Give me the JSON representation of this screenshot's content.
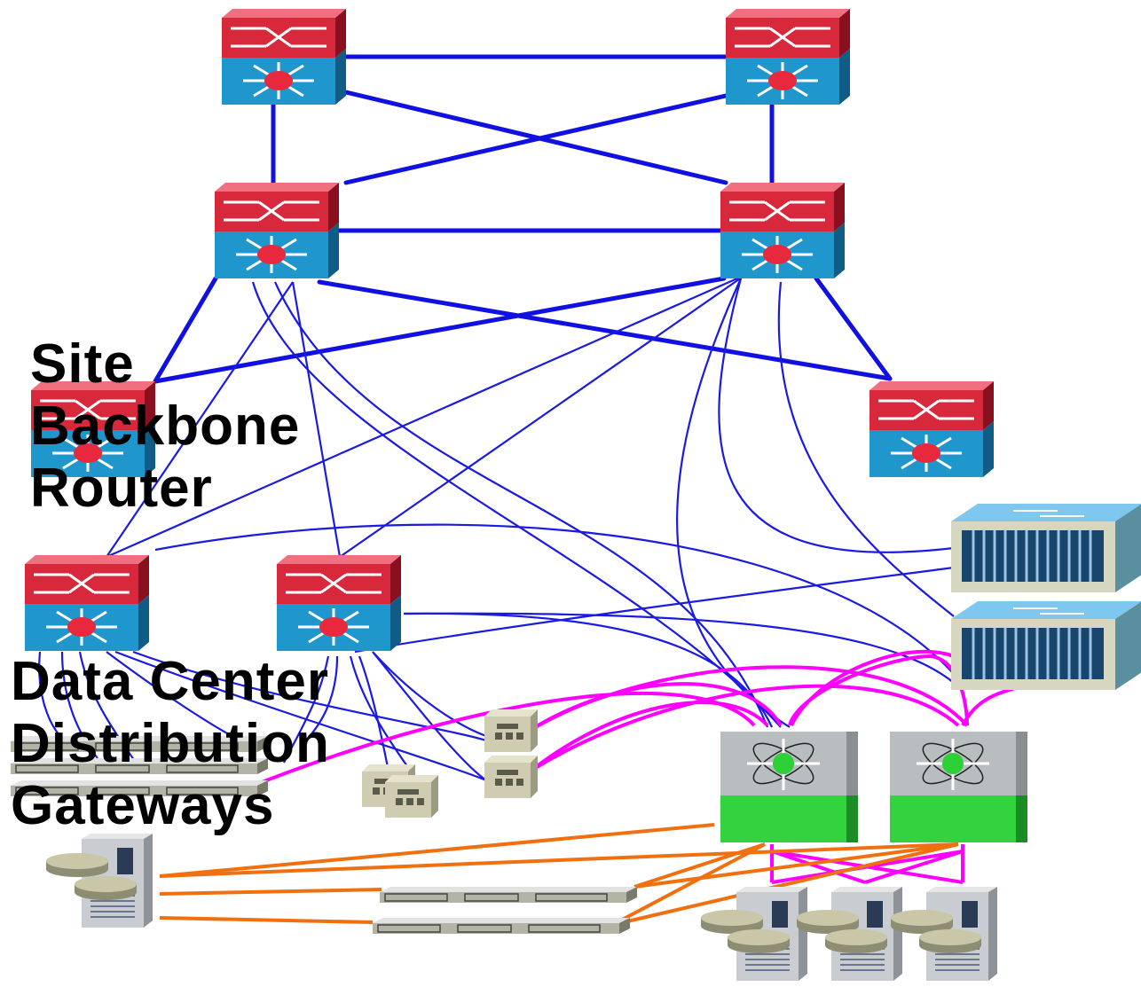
{
  "labels": {
    "site_backbone_router": [
      "Site",
      "Backbone",
      "Router"
    ],
    "data_center_distribution_gateways": [
      "Data Center",
      "Distribution",
      "Gateways"
    ]
  },
  "colors": {
    "link_blue": "#1010e0",
    "link_magenta": "#ff00ff",
    "link_orange": "#f07010",
    "router_red": "#d8283c",
    "router_blue": "#1f96cc",
    "switch_gray": "#b8bec0",
    "switch_green": "#33d33f",
    "switch_core": "#3c3",
    "server_beige": "#c8c8b0",
    "fabric_slate": "#17456b"
  },
  "devices": {
    "routers": [
      "core-router-top-left",
      "core-router-top-right",
      "aggregation-router-left",
      "aggregation-router-right",
      "site-backbone-router-left",
      "site-backbone-router-right",
      "data-center-distribution-router-left",
      "data-center-distribution-router-right"
    ],
    "multilayer_switches": [
      "fabric-switch-upper",
      "fabric-switch-lower"
    ],
    "nexus_switches": [
      "storage-switch-left",
      "storage-switch-right"
    ]
  }
}
